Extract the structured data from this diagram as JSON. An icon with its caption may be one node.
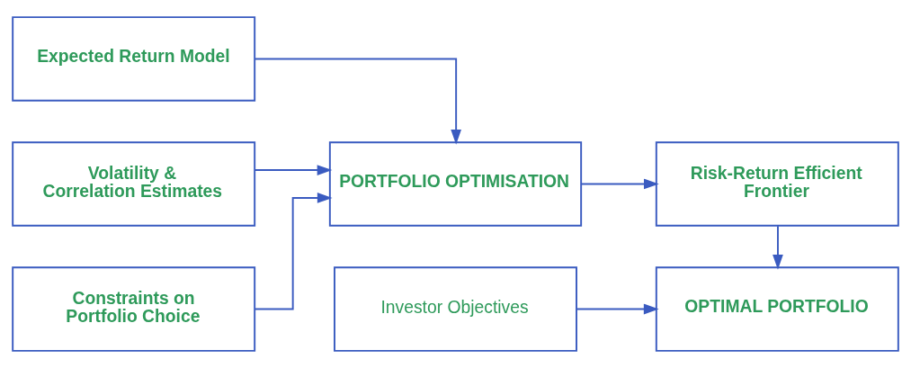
{
  "diagram": {
    "nodes": [
      {
        "text": [
          "Expected Return Model"
        ]
      },
      {
        "text": [
          "Volatility & Correlation Estimates"
        ]
      },
      {
        "text": [
          "Constraints on Portfolio Choice"
        ]
      },
      {
        "text": [
          "PORTFOLIO OPTIMISATION"
        ]
      },
      {
        "text": [
          "Investor Objectives"
        ]
      },
      {
        "text": [
          "Risk-Return Efficient Frontier"
        ]
      },
      {
        "text": [
          "OPTIMAL PORTFOLIO"
        ]
      }
    ],
    "edges": [
      {
        "from": 0,
        "to": 3,
        "arrow": "to"
      },
      {
        "from": 1,
        "to": 3,
        "arrow": "to"
      },
      {
        "from": 2,
        "to": 3,
        "arrow": "to"
      },
      {
        "from": 3,
        "to": 5,
        "arrow": "to"
      },
      {
        "from": 5,
        "to": 6,
        "arrow": "to"
      },
      {
        "from": 4,
        "to": 6,
        "arrow": "to"
      }
    ]
  }
}
